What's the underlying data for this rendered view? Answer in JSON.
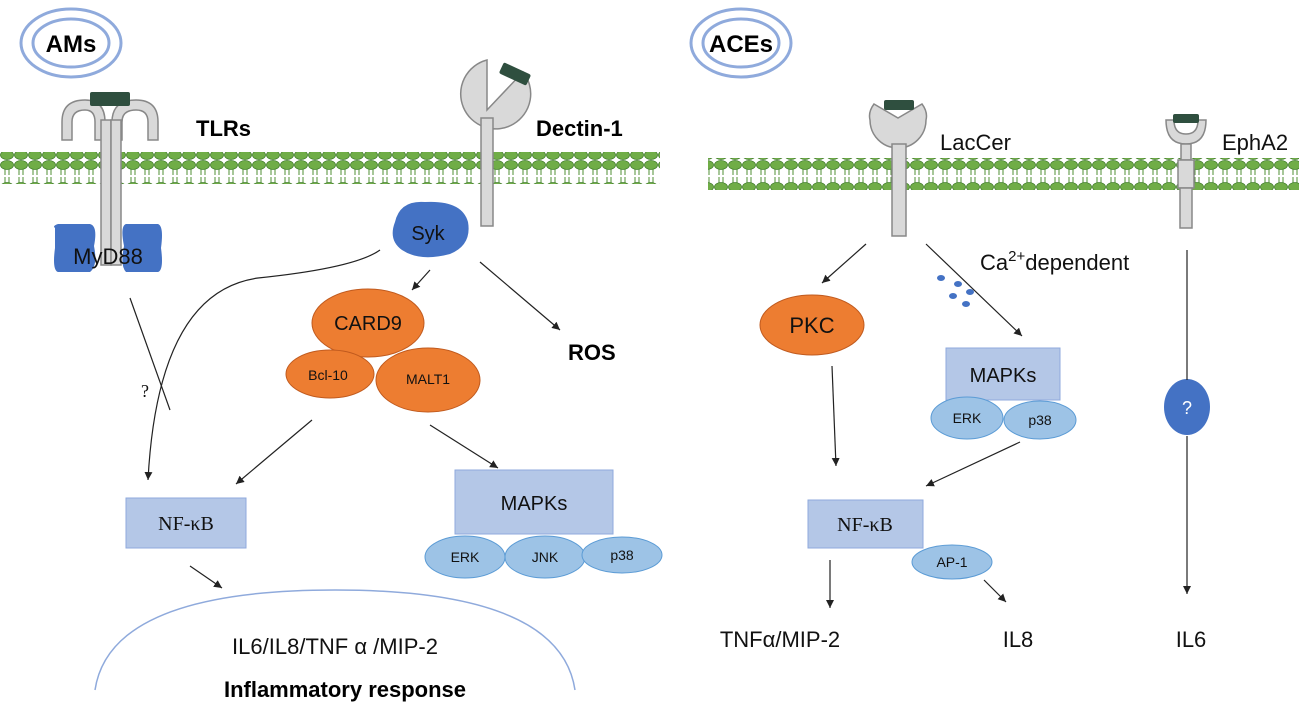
{
  "colors": {
    "membrane_green": "#70ad47",
    "receptor_grey": "#d9d9d9",
    "ligand_dark": "#2f4f3f",
    "blue_dark": "#4472c4",
    "orange": "#ed7d31",
    "box_blue": "#b4c7e7",
    "oval_blue": "#9dc3e6",
    "cell_outline": "#8faadc"
  },
  "left_panel": {
    "cell_label": "AMs",
    "receptor_tlr": "TLRs",
    "receptor_dectin": "Dectin-1",
    "adaptor_myd88": "MyD88",
    "kinase_syk": "Syk",
    "card9": "CARD9",
    "bcl10": "Bcl-10",
    "malt1": "MALT1",
    "ros": "ROS",
    "unknown_mark": "?",
    "nfkb": "NF-κB",
    "mapks": "MAPKs",
    "erk": "ERK",
    "jnk": "JNK",
    "p38": "p38",
    "cytokines": "IL6/IL8/TNF α /MIP-2",
    "response": "Inflammatory response"
  },
  "right_panel": {
    "cell_label": "ACEs",
    "receptor_laccer": "LacCer",
    "receptor_epha2": "EphA2",
    "ca_prefix": "Ca",
    "ca_superscript": "2+",
    "ca_suffix": "dependent",
    "pkc": "PKC",
    "mapks": "MAPKs",
    "erk": "ERK",
    "p38": "p38",
    "unknown_mark": "?",
    "nfkb": "NF-κB",
    "ap1": "AP-1",
    "out_tnf": "TNFα/MIP-2",
    "out_il8": "IL8",
    "out_il6": "IL6"
  }
}
